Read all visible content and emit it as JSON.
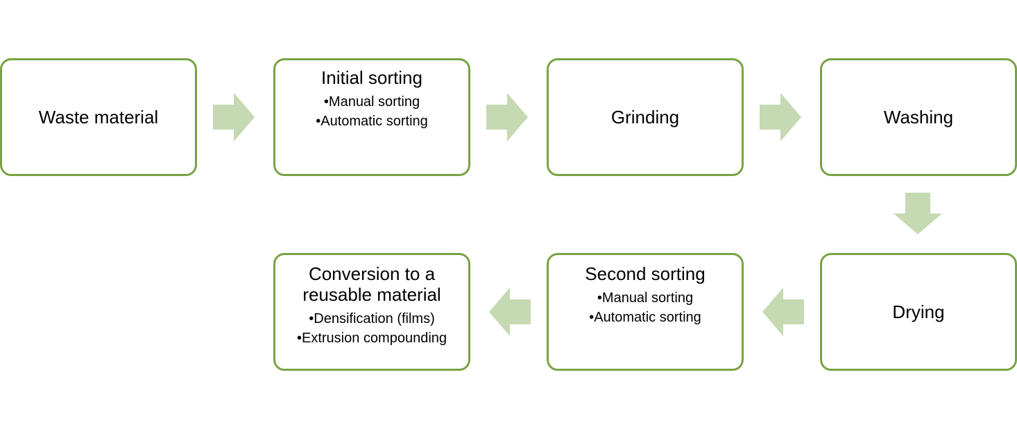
{
  "colors": {
    "box_border": "#77a342",
    "arrow_fill": "#c5d9b3",
    "background": "#ffffff",
    "text": "#000000"
  },
  "steps": [
    {
      "title": "Waste material",
      "bullets": []
    },
    {
      "title": "Initial sorting",
      "bullets": [
        "Manual sorting",
        "Automatic sorting"
      ]
    },
    {
      "title": "Grinding",
      "bullets": []
    },
    {
      "title": "Washing",
      "bullets": []
    },
    {
      "title": "Drying",
      "bullets": []
    },
    {
      "title": "Second sorting",
      "bullets": [
        "Manual sorting",
        "Automatic sorting"
      ]
    },
    {
      "title": "Conversion to a reusable material",
      "bullets": [
        "Densification (films)",
        "Extrusion compounding"
      ]
    }
  ],
  "arrows": [
    {
      "direction": "right-arrow-icon"
    },
    {
      "direction": "right-arrow-icon"
    },
    {
      "direction": "right-arrow-icon"
    },
    {
      "direction": "down-arrow-icon"
    },
    {
      "direction": "left-arrow-icon"
    },
    {
      "direction": "left-arrow-icon"
    }
  ]
}
